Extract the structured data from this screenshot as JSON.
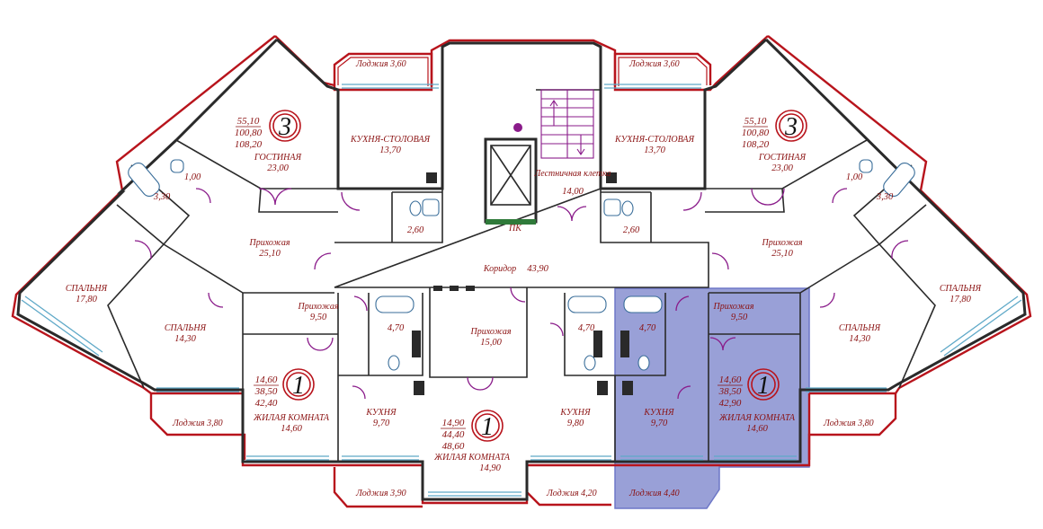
{
  "plan": {
    "highlight_color": "#5a66bf",
    "wall_color": "#2a2a2a",
    "exterior_color": "#b8141c",
    "label_color": "#8a1010",
    "rooms": [
      {
        "id": "living-3-left",
        "name": "ГОСТИНАЯ",
        "area": "23,00"
      },
      {
        "id": "kitchen-dining-left",
        "name": "КУХНЯ-СТОЛОВАЯ",
        "area": "13,70"
      },
      {
        "id": "bedroom-178-left",
        "name": "СПАЛЬНЯ",
        "area": "17,80"
      },
      {
        "id": "bedroom-143-left",
        "name": "СПАЛЬНЯ",
        "area": "14,30"
      },
      {
        "id": "hall-251-left",
        "name": "Прихожая",
        "area": "25,10"
      },
      {
        "id": "corridor",
        "name": "Коридор",
        "area": "43,90"
      },
      {
        "id": "stairwell",
        "name": "Лестничная клетка",
        "area": "14,00"
      },
      {
        "id": "hall-95-left",
        "name": "Прихожая",
        "area": "9,50"
      },
      {
        "id": "hall-1500",
        "name": "Прихожая",
        "area": "15,00"
      },
      {
        "id": "living-146-left",
        "name": "ЖИЛАЯ КОМНАТА",
        "area": "14,60"
      },
      {
        "id": "kitchen-97-left",
        "name": "КУХНЯ",
        "area": "9,70"
      },
      {
        "id": "living-149",
        "name": "ЖИЛАЯ КОМНАТА",
        "area": "14,90"
      },
      {
        "id": "kitchen-98",
        "name": "КУХНЯ",
        "area": "9,80"
      },
      {
        "id": "kitchen-97-right",
        "name": "КУХНЯ",
        "area": "9,70"
      },
      {
        "id": "living-146-right",
        "name": "ЖИЛАЯ КОМНАТА",
        "area": "14,60"
      },
      {
        "id": "hall-95-right",
        "name": "Прихожая",
        "area": "9,50"
      },
      {
        "id": "bedroom-143-right",
        "name": "СПАЛЬНЯ",
        "area": "14,30"
      },
      {
        "id": "bedroom-178-right",
        "name": "СПАЛЬНЯ",
        "area": "17,80"
      },
      {
        "id": "hall-251-right",
        "name": "Прихожая",
        "area": "25,10"
      },
      {
        "id": "kitchen-dining-right",
        "name": "КУХНЯ-СТОЛОВАЯ",
        "area": "13,70"
      },
      {
        "id": "living-3-right",
        "name": "ГОСТИНАЯ",
        "area": "23,00"
      }
    ],
    "small_areas": {
      "wc_100_left": "1,00",
      "bath_330_left": "3,30",
      "bath_260_left": "2,60",
      "bath_470_a": "4,70",
      "bath_470_b": "4,70",
      "bath_470_c": "4,70",
      "bath_260_right": "2,60",
      "wc_100_right": "1,00",
      "bath_330_right": "3,30"
    },
    "loggias": [
      {
        "id": "loggia-360-left",
        "label": "Лоджия 3,60"
      },
      {
        "id": "loggia-360-right",
        "label": "Лоджия 3,60"
      },
      {
        "id": "loggia-380-left",
        "label": "Лоджия 3,80"
      },
      {
        "id": "loggia-390",
        "label": "Лоджия 3,90"
      },
      {
        "id": "loggia-420",
        "label": "Лоджия 4,20"
      },
      {
        "id": "loggia-440",
        "label": "Лоджия 4,40"
      },
      {
        "id": "loggia-380-right",
        "label": "Лоджия 3,80"
      }
    ],
    "apartments": [
      {
        "id": "apt-3-left",
        "rooms": "3",
        "areas": [
          "55,10",
          "100,80",
          "108,20"
        ]
      },
      {
        "id": "apt-3-right",
        "rooms": "3",
        "areas": [
          "55,10",
          "100,80",
          "108,20"
        ]
      },
      {
        "id": "apt-1-left",
        "rooms": "1",
        "areas": [
          "14,60",
          "38,50",
          "42,40"
        ]
      },
      {
        "id": "apt-1-center",
        "rooms": "1",
        "areas": [
          "14,90",
          "44,40",
          "48,60"
        ]
      },
      {
        "id": "apt-1-right",
        "rooms": "1",
        "areas": [
          "14,60",
          "38,50",
          "42,90"
        ]
      }
    ],
    "pk_label": "ПК"
  }
}
